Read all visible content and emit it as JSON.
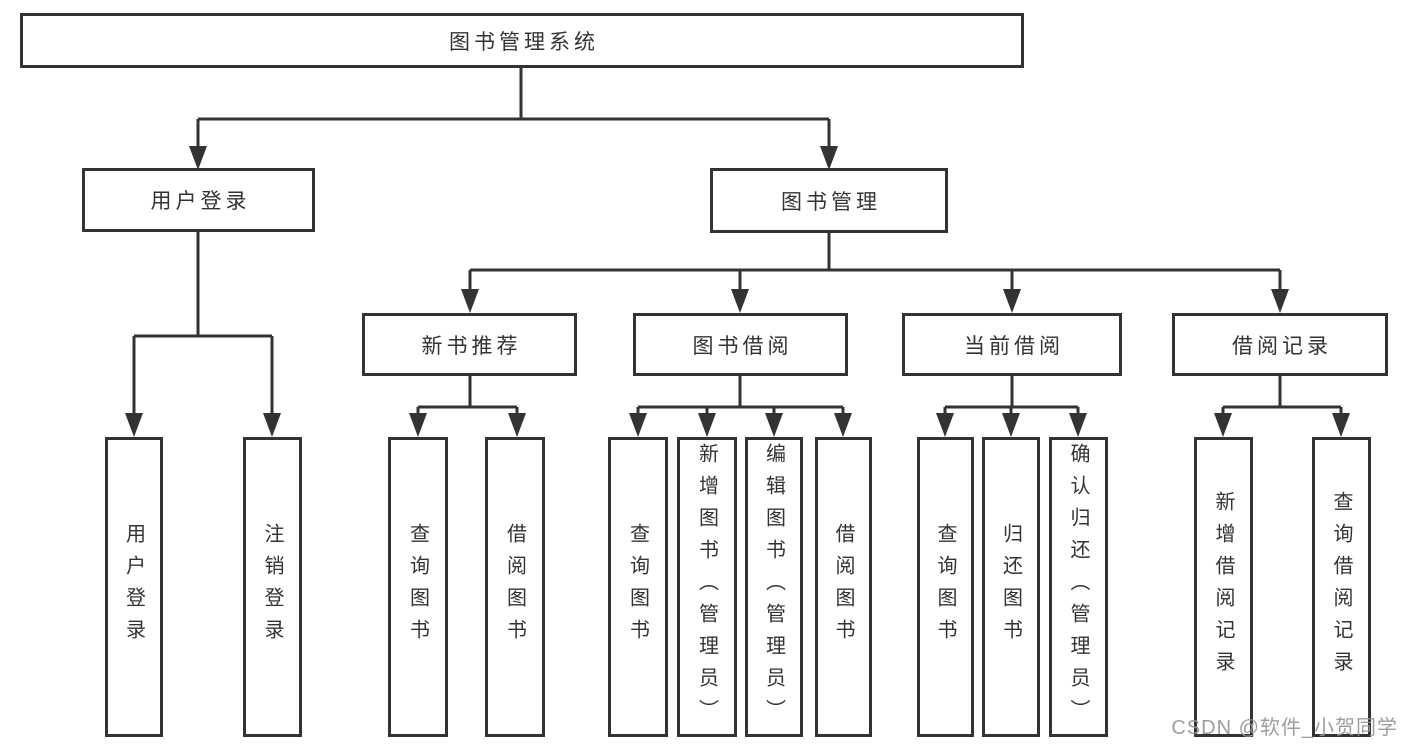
{
  "diagram": {
    "root": {
      "label": "图书管理系统"
    },
    "level2": [
      {
        "label": "用户登录",
        "children": [
          {
            "label": "用户登录"
          },
          {
            "label": "注销登录"
          }
        ]
      },
      {
        "label": "图书管理",
        "children": [
          {
            "label": "新书推荐",
            "children": [
              {
                "label": "查询图书"
              },
              {
                "label": "借阅图书"
              }
            ]
          },
          {
            "label": "图书借阅",
            "children": [
              {
                "label": "查询图书"
              },
              {
                "label": "新增图书（管理员）"
              },
              {
                "label": "编辑图书（管理员）"
              },
              {
                "label": "借阅图书"
              }
            ]
          },
          {
            "label": "当前借阅",
            "children": [
              {
                "label": "查询图书"
              },
              {
                "label": "归还图书"
              },
              {
                "label": "确认归还（管理员）"
              }
            ]
          },
          {
            "label": "借阅记录",
            "children": [
              {
                "label": "新增借阅记录"
              },
              {
                "label": "查询借阅记录"
              }
            ]
          }
        ]
      }
    ]
  },
  "watermark": {
    "text": "CSDN @软件_小贺同学"
  },
  "colors": {
    "line": "#333333",
    "box_border": "#333333",
    "text": "#333333",
    "watermark": "#969696",
    "background": "#ffffff"
  }
}
